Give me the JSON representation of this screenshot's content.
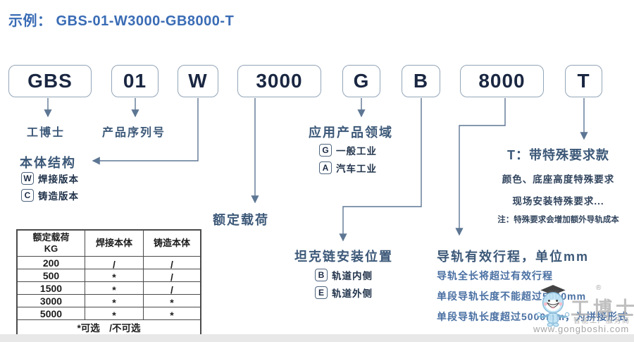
{
  "title": {
    "prefix": "示例：",
    "code": "GBS-01-W3000-GB8000-T"
  },
  "boxes": [
    {
      "text": "GBS"
    },
    {
      "text": "01"
    },
    {
      "text": "W"
    },
    {
      "text": "3000"
    },
    {
      "text": "G"
    },
    {
      "text": "B"
    },
    {
      "text": "8000"
    },
    {
      "text": "T"
    }
  ],
  "groups": {
    "brand": {
      "label": "工博士"
    },
    "serial": {
      "label": "产品序列号"
    },
    "body_structure": {
      "title": "本体结构",
      "options": [
        {
          "code": "W",
          "label": "焊接版本"
        },
        {
          "code": "C",
          "label": "铸造版本"
        }
      ]
    },
    "rated_load": {
      "label": "额定载荷"
    },
    "application": {
      "title": "应用产品领域",
      "options": [
        {
          "code": "G",
          "label": "一般工业"
        },
        {
          "code": "A",
          "label": "汽车工业"
        }
      ]
    },
    "tank_chain": {
      "title": "坦克链安装位置",
      "options": [
        {
          "code": "B",
          "label": "轨道内侧"
        },
        {
          "code": "E",
          "label": "轨道外侧"
        }
      ]
    },
    "rail_stroke": {
      "title": "导轨有效行程，单位mm",
      "notes": [
        "导轨全长将超过有效行程",
        "单段导轨长度不能超过5000mm",
        "单段导轨长度超过5000mm，为拼接形式"
      ]
    },
    "special": {
      "title": "T：带特殊要求款",
      "notes": [
        "颜色、底座高度特殊要求",
        "现场安装特殊要求..."
      ],
      "footnote": "注：特殊要求会增加额外导轨成本"
    }
  },
  "table": {
    "header": {
      "col1_line1": "额定载荷",
      "col1_line2": "KG",
      "col2": "焊接本体",
      "col3": "铸造本体"
    },
    "rows": [
      [
        "200",
        "/",
        "/"
      ],
      [
        "500",
        "*",
        "/"
      ],
      [
        "1500",
        "*",
        "/"
      ],
      [
        "3000",
        "*",
        "*"
      ],
      [
        "5000",
        "*",
        "*"
      ]
    ],
    "footer": "*可选　/不可选"
  },
  "watermark": {
    "brand": "工博士",
    "registered": "®",
    "tagline": "智能工厂服务商",
    "url": "www.gongboshi.com"
  },
  "colors": {
    "title_blue": "#3a6cb5",
    "box_border": "#93a5b8",
    "box_text": "#1a2742",
    "connector_line": "#5d7693",
    "header_text": "#3c5878",
    "note_blue": "#4a70a3",
    "table_border": "#4b4b4b"
  }
}
